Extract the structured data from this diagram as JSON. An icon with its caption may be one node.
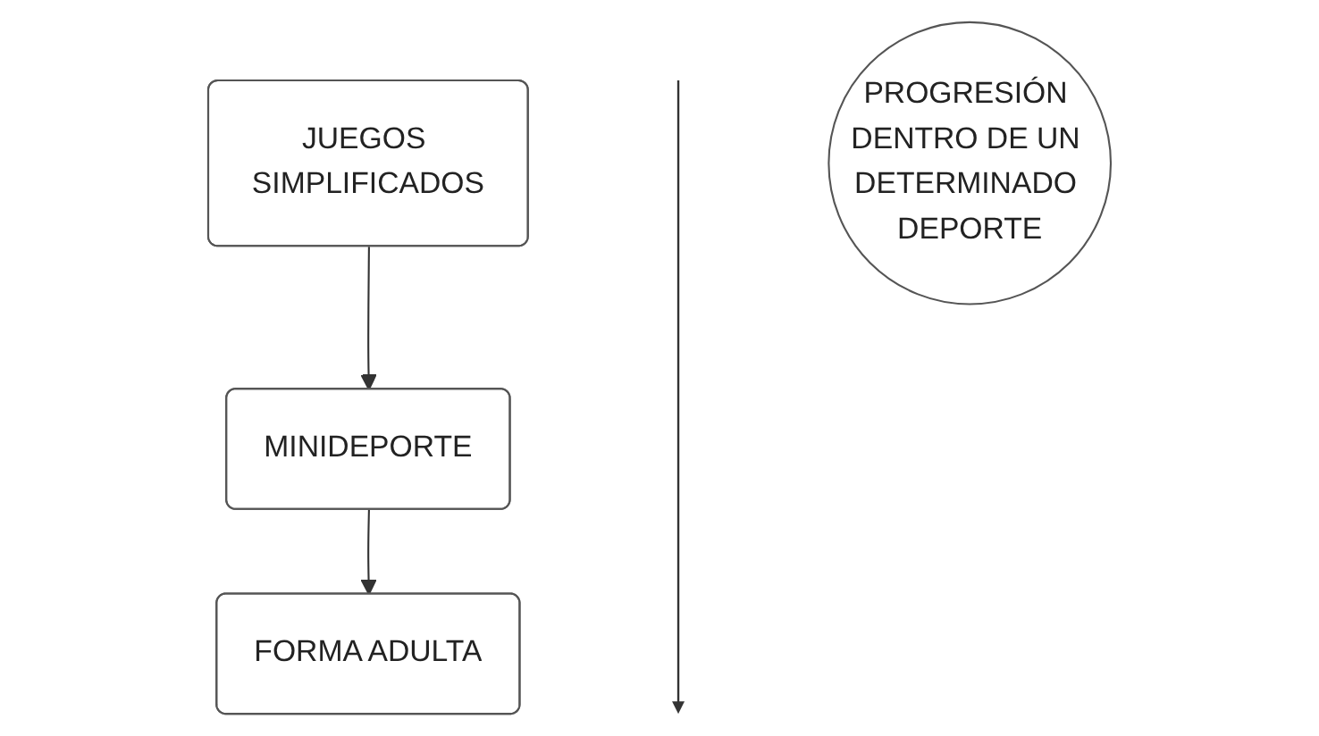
{
  "diagram": {
    "nodes": [
      {
        "text": [
          "JUEGOS SIMPLIFICADOS"
        ]
      },
      {
        "text": [
          "MINIDEPORTE"
        ]
      },
      {
        "text": [
          "FORMA ADULTA"
        ]
      },
      {
        "text": [
          "PROGRESIÓN DENTRO DE UN DETERMINADO DEPORTE"
        ]
      }
    ],
    "edges": [
      {
        "from": 0,
        "to": 1,
        "arrow": "to"
      },
      {
        "from": 1,
        "to": 2,
        "arrow": "to"
      }
    ]
  }
}
